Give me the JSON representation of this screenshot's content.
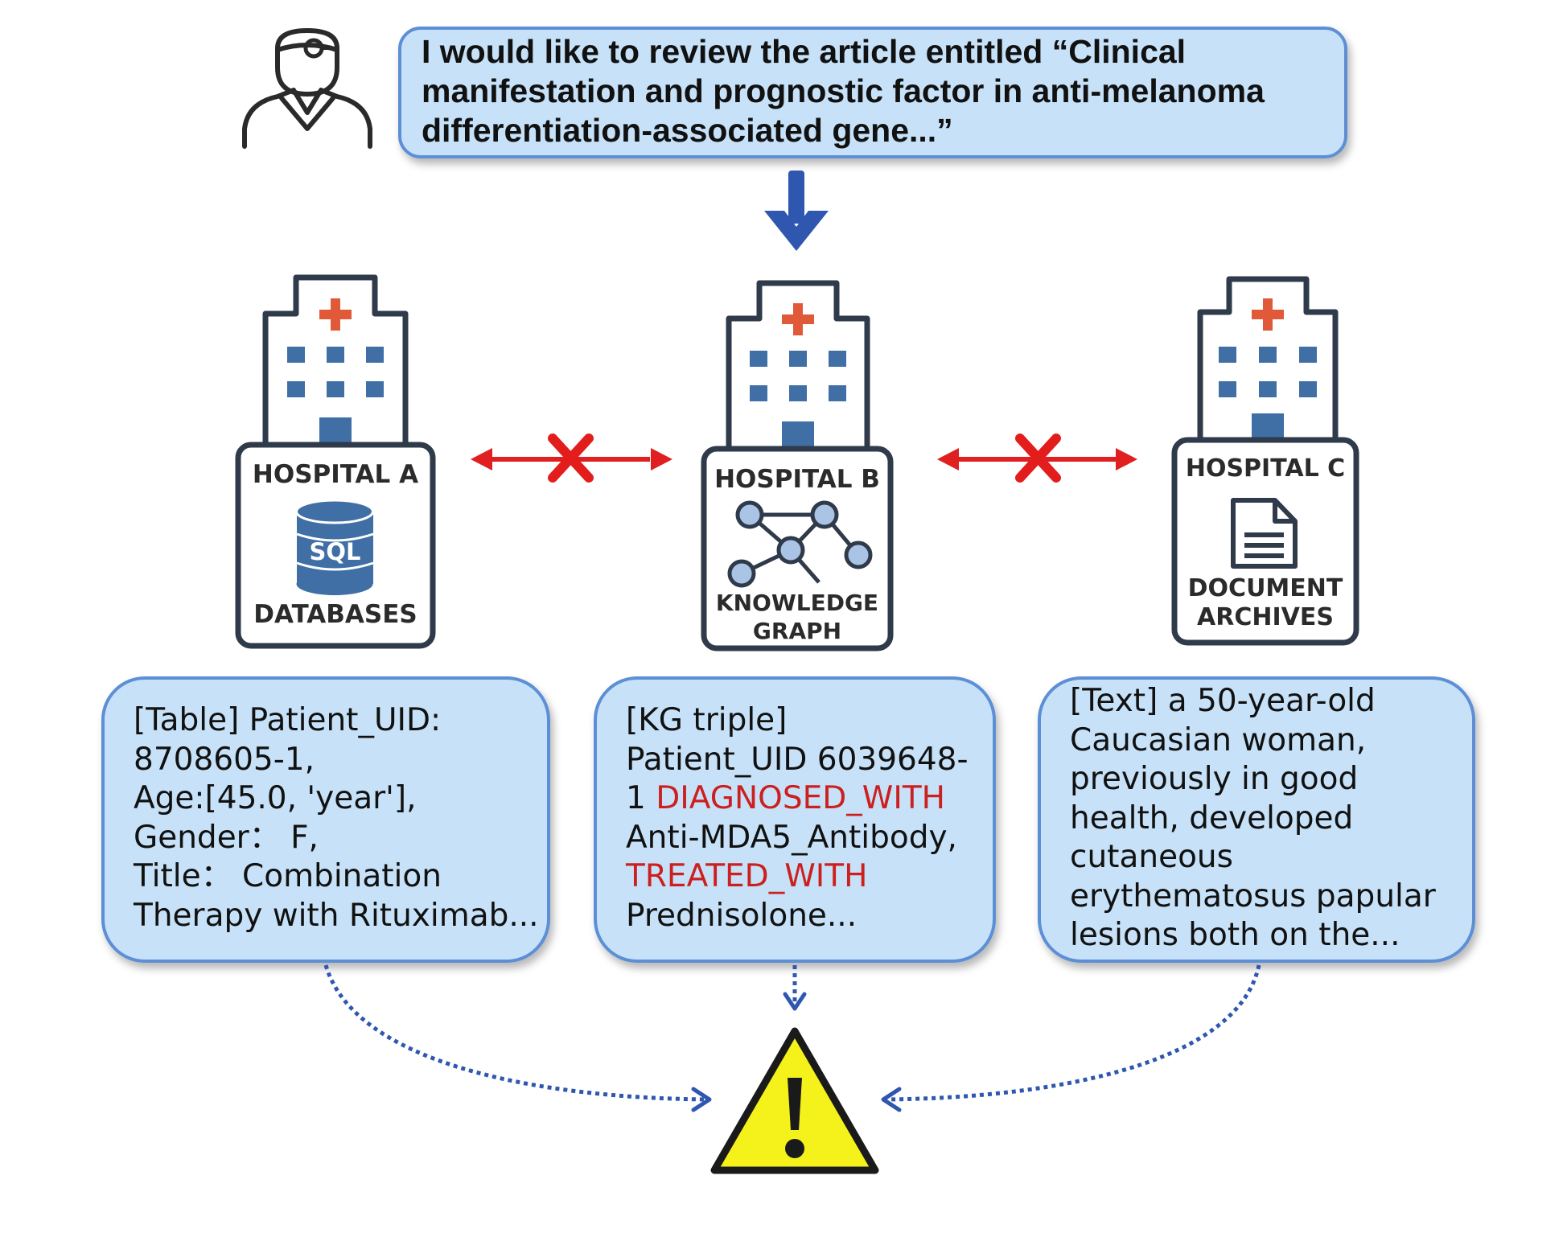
{
  "query": {
    "lines": [
      "I would like to review the article entitled  “Clinical",
      "manifestation and prognostic factor in anti-melanoma",
      "differentiation-associated gene...”"
    ]
  },
  "hospitals": [
    {
      "name": "HOSPITAL A",
      "icon_label": "SQL",
      "type_lines": [
        "DATABASES"
      ]
    },
    {
      "name": "HOSPITAL B",
      "type_lines": [
        "KNOWLEDGE",
        "GRAPH"
      ]
    },
    {
      "name": "HOSPITAL C",
      "type_lines": [
        "DOCUMENT",
        "ARCHIVES"
      ]
    }
  ],
  "records": {
    "a": {
      "lines": [
        "[Table] Patient_UID:",
        "8708605-1,",
        "Age:[45.0, 'year'],",
        "Gender： F,",
        "Title： Combination",
        "Therapy with Rituximab..."
      ]
    },
    "b": {
      "line1": "[KG triple]",
      "line2": "Patient_UID 6039648-",
      "line3_prefix": "1 ",
      "relation1": "DIAGNOSED_WITH",
      "line4": "Anti-MDA5_Antibody,",
      "relation2": "TREATED_WITH",
      "line6": "Prednisolone..."
    },
    "c": {
      "lines": [
        "[Text] a 50-year-old",
        "Caucasian woman,",
        "previously in good",
        "health, developed",
        "cutaneous",
        "erythematosus papular",
        "lesions both on the..."
      ]
    }
  },
  "colors": {
    "box_fill": "#c7e2f8",
    "box_stroke": "#5b8fd6",
    "arrow_blue": "#2f57b0",
    "blocked_red": "#e02020",
    "cross_red": "#e31c1c",
    "building_outline": "#2f3a4a",
    "building_window": "#3f6fa5",
    "hospital_cross": "#e05a3a",
    "warning_yellow": "#f4f21a"
  },
  "icons": [
    "doctor-icon",
    "hospital-building-icon",
    "database-icon",
    "knowledge-graph-icon",
    "document-icon",
    "blocked-cross-icon",
    "warning-icon"
  ]
}
